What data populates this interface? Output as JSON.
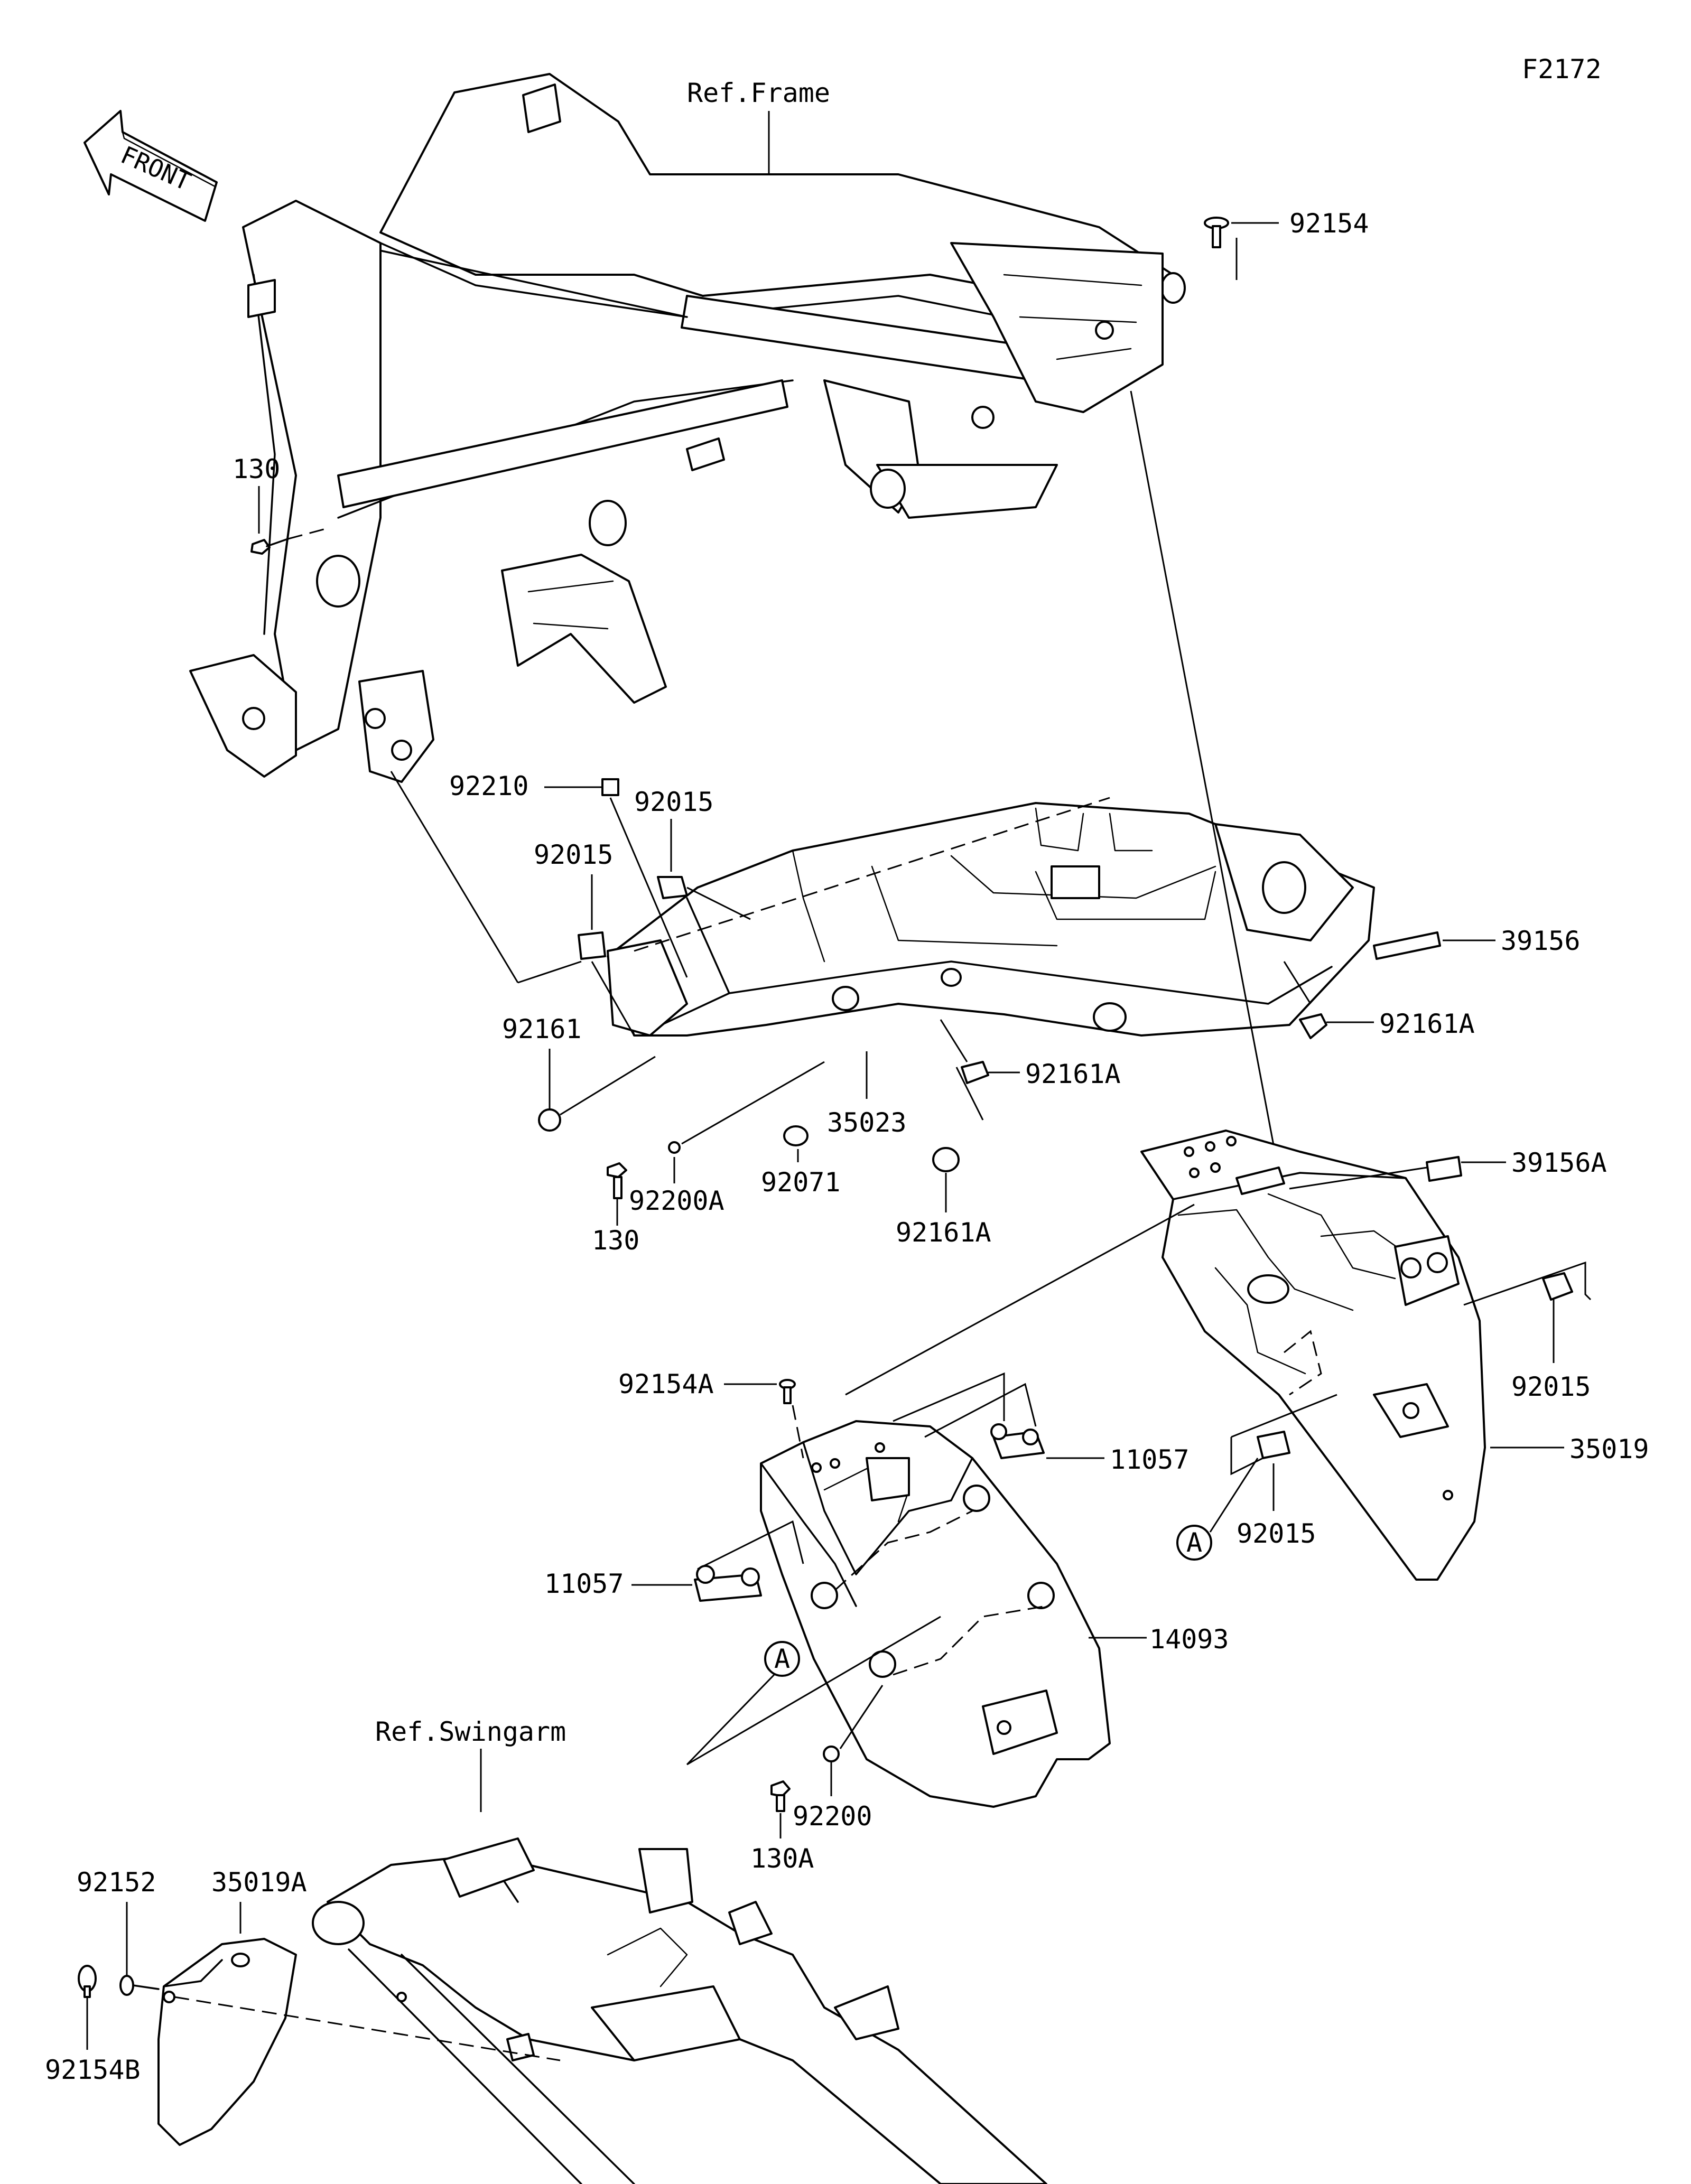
{
  "figure_id": "F2172",
  "front_label": "FRONT",
  "refs": {
    "frame": "Ref.Frame",
    "swingarm": "Ref.Swingarm"
  },
  "callout_letter": "A",
  "parts": [
    "92154",
    "130",
    "92210",
    "92015",
    "92015",
    "39156",
    "92161A",
    "92161",
    "92161A",
    "35023",
    "92200A",
    "92071",
    "130",
    "92161A",
    "39156A",
    "92015",
    "35019",
    "92154A",
    "11057",
    "11057",
    "14093",
    "92015",
    "92200",
    "130A",
    "35019A",
    "92152",
    "92154B"
  ],
  "icons": {
    "front_arrow": "front-arrow-icon",
    "callout": "circle-callout-icon"
  }
}
